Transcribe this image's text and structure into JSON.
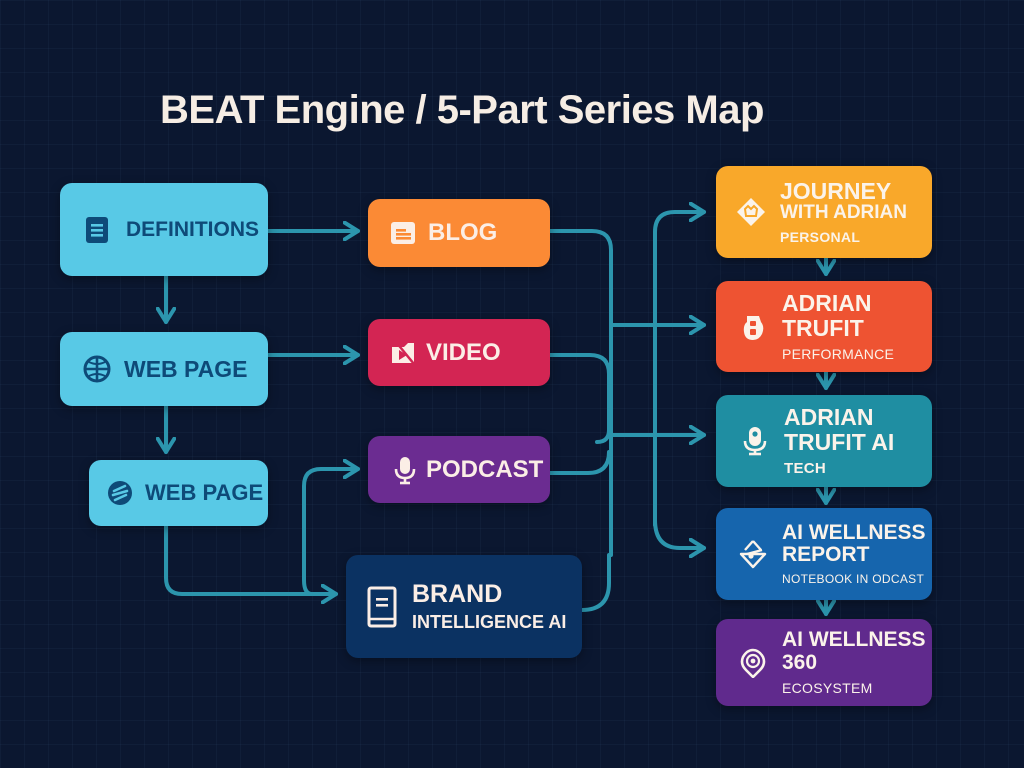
{
  "title": "BEAT Engine / 5-Part Series Map",
  "colors": {
    "background": "#0b1730",
    "connector": "#2c95ad",
    "source_node": "#58c9e6",
    "blog": "#fb8a35",
    "video": "#d32553",
    "podcast": "#6b2c91",
    "brand": "#0b3262",
    "journey": "#f9a82a",
    "performance": "#ee5332",
    "tech": "#1f8ea2",
    "report": "#1665ad",
    "ecosystem": "#602a8d"
  },
  "sources": [
    {
      "id": "definitions",
      "label": "DEFINITIONS",
      "icon": "document-icon"
    },
    {
      "id": "web-page-1",
      "label": "WEB PAGE",
      "icon": "globe-icon"
    },
    {
      "id": "web-page-2",
      "label": "WEB PAGE",
      "icon": "link-globe-icon"
    }
  ],
  "channels": [
    {
      "id": "blog",
      "label": "BLOG",
      "icon": "blog-icon"
    },
    {
      "id": "video",
      "label": "VIDEO",
      "icon": "video-icon"
    },
    {
      "id": "podcast",
      "label": "PODCAST",
      "icon": "microphone-icon"
    },
    {
      "id": "brand",
      "label": "BRAND",
      "sublabel": "INTELLIGENCE AI",
      "icon": "book-icon"
    }
  ],
  "series": [
    {
      "id": "journey",
      "title_line1": "JOURNEY",
      "title_line2": "WITH ADRIAN",
      "subtitle": "PERSONAL",
      "icon": "diamond-badge-icon"
    },
    {
      "id": "performance",
      "title_line1": "ADRIAN",
      "title_line2": "TRUFIT",
      "subtitle": "PERFORMANCE",
      "icon": "kettlebell-icon"
    },
    {
      "id": "tech",
      "title_line1": "ADRIAN",
      "title_line2": "TRUFIT AI",
      "subtitle": "TECH",
      "icon": "studio-mic-icon"
    },
    {
      "id": "report",
      "title_line1": "AI WELLNESS",
      "title_line2": "REPORT",
      "subtitle": "NOTEBOOK IN ODCAST",
      "icon": "diamond-node-icon"
    },
    {
      "id": "ecosystem",
      "title_line1": "AI WELLNESS",
      "title_line2": "360",
      "subtitle": "ECOSYSTEM",
      "icon": "location-pin-icon"
    }
  ]
}
